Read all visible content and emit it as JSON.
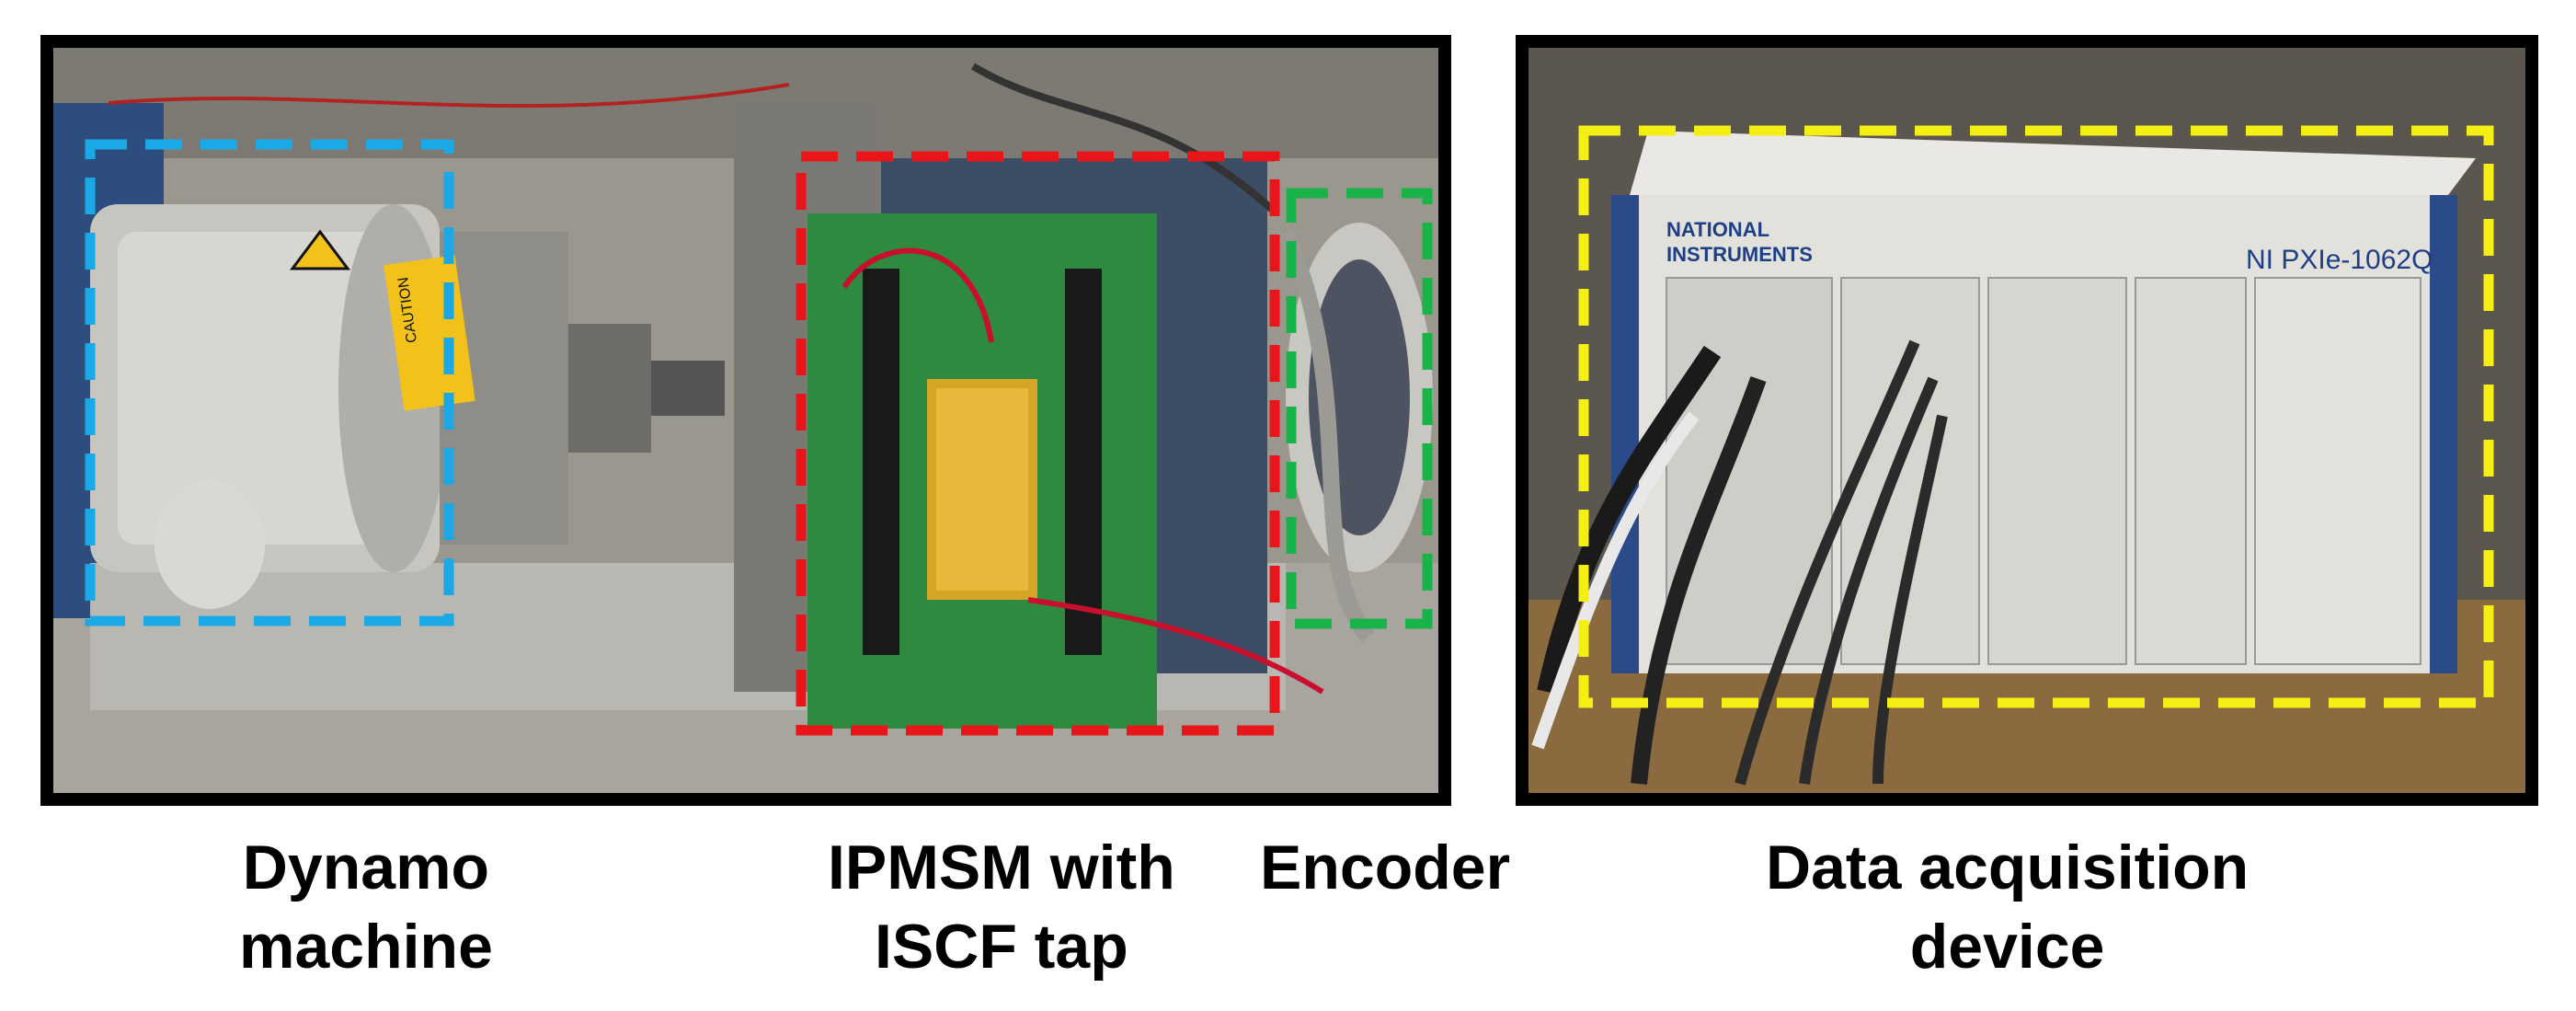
{
  "image": {
    "left_photo": {
      "regions": [
        {
          "name": "dynamo-machine",
          "color": "#1aa9e6"
        },
        {
          "name": "ipmsm",
          "color": "#e8161a"
        },
        {
          "name": "encoder",
          "color": "#19b34a"
        }
      ],
      "caution_label": "CAUTION"
    },
    "right_photo": {
      "region_color": "#f5ee12",
      "brand_line1": "NATIONAL",
      "brand_line2": "INSTRUMENTS",
      "model": "NI PXIe-1062Q"
    }
  },
  "captions": {
    "dynamo": {
      "line1": "Dynamo",
      "line2": "machine"
    },
    "ipmsm": {
      "line1": "IPMSM with",
      "line2": "ISCF tap"
    },
    "encoder": {
      "line1": "Encoder"
    },
    "daq": {
      "line1": "Data acquisition",
      "line2": "device"
    }
  }
}
